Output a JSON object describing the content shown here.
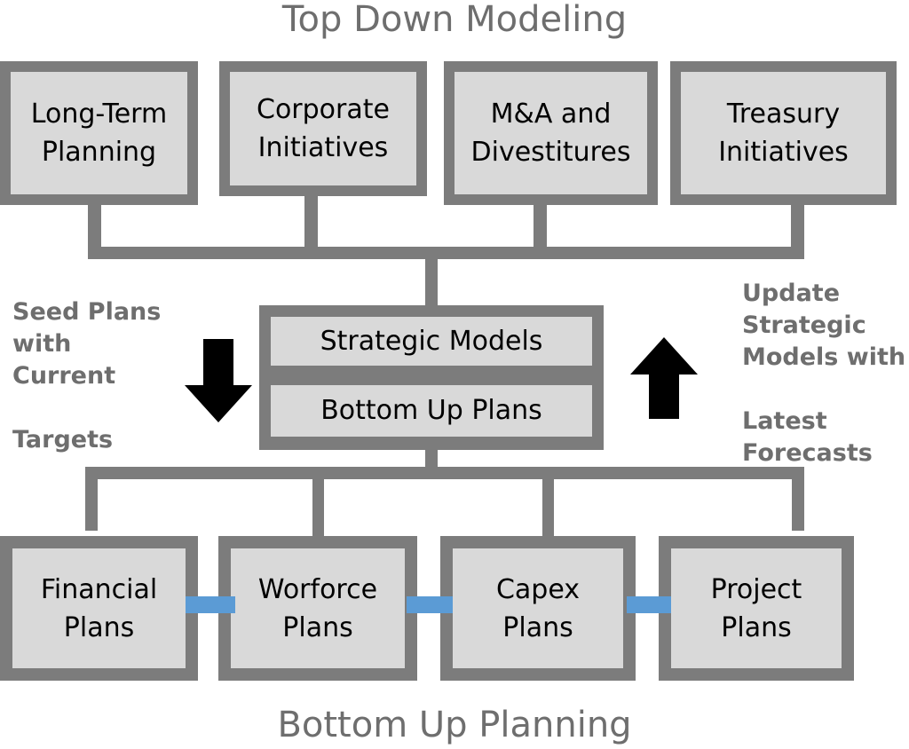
{
  "titles": {
    "top": "Top Down Modeling",
    "bottom": "Bottom Up Planning"
  },
  "top_row": {
    "boxes": [
      {
        "label": "Long-Term\nPlanning"
      },
      {
        "label": "Corporate\nInitiatives"
      },
      {
        "label": "M&A and\nDivestitures"
      },
      {
        "label": "Treasury\nInitiatives"
      }
    ]
  },
  "middle": {
    "panels": [
      {
        "label": "Strategic Models"
      },
      {
        "label": "Bottom Up Plans"
      }
    ]
  },
  "bottom_row": {
    "boxes": [
      {
        "label": "Financial\nPlans"
      },
      {
        "label": "Worforce\nPlans"
      },
      {
        "label": "Capex\nPlans"
      },
      {
        "label": "Project\nPlans"
      }
    ]
  },
  "notes": {
    "left": "Seed Plans\nwith\nCurrent\n\nTargets",
    "right": "Update\nStrategic\nModels with\n\nLatest\nForecasts"
  },
  "icons": {
    "down_arrow": "down-arrow-icon",
    "up_arrow": "up-arrow-icon",
    "blue_link": "blue-link-connector"
  },
  "colors": {
    "frame_gray": "#7c7c7c",
    "fill_gray": "#d9d9d9",
    "title_gray": "#6e6e6e",
    "accent_blue": "#5b9bd5",
    "arrow_black": "#000000",
    "background": "#ffffff"
  }
}
